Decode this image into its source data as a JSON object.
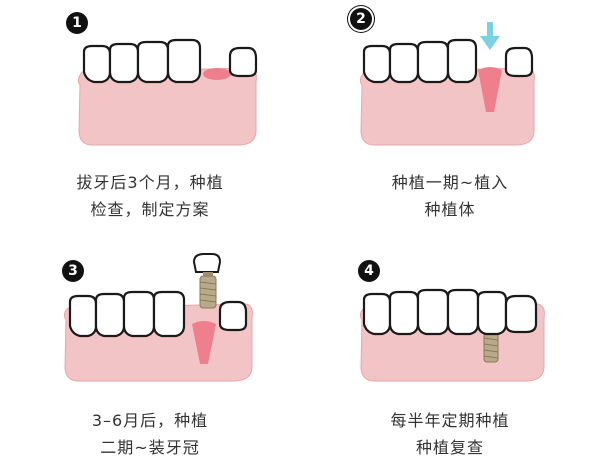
{
  "steps": [
    {
      "number": "1",
      "caption_line1": "拔牙后3个月，种植",
      "caption_line2": "检查，制定方案"
    },
    {
      "number": "2",
      "caption_line1": "种植一期~植入",
      "caption_line2": "种植体"
    },
    {
      "number": "3",
      "caption_line1": "3–6月后，种植",
      "caption_line2": "二期~装牙冠"
    },
    {
      "number": "4",
      "caption_line1": "每半年定期种植",
      "caption_line2": "种植复查"
    }
  ],
  "colors": {
    "gum": "#f3c4c5",
    "gum_edge": "#e8a6a9",
    "tooth": "#ffffff",
    "tooth_outline": "#1a1a1a",
    "socket": "#ef7f8c",
    "arrow": "#7dcfe3",
    "implant": "#b8a98a"
  }
}
